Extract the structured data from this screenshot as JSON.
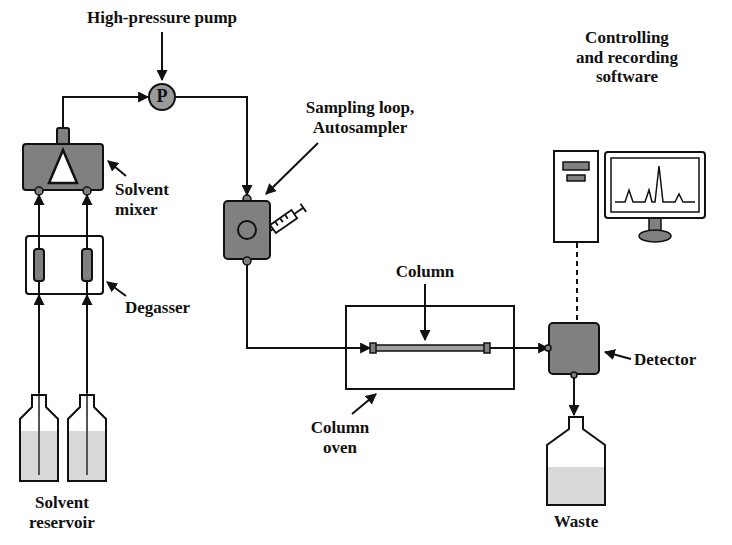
{
  "diagram": {
    "nodes": [
      {
        "text": [
          "Solvent reservoir"
        ]
      },
      {
        "text": [
          "Degasser"
        ]
      },
      {
        "text": [
          "Solvent mixer"
        ]
      },
      {
        "text": [
          "High-pressure pump",
          "P"
        ]
      },
      {
        "text": [
          "Sampling loop, Autosampler"
        ]
      },
      {
        "text": [
          "Column oven"
        ]
      },
      {
        "text": [
          "Column"
        ],
        "in": 5
      },
      {
        "text": [
          "Detector"
        ]
      },
      {
        "text": [
          "Waste"
        ]
      },
      {
        "text": [
          "Controlling and recording software"
        ]
      }
    ],
    "edges": [
      {
        "from": 0,
        "to": 1,
        "arrow": "to"
      },
      {
        "from": 1,
        "to": 2,
        "arrow": "to"
      },
      {
        "from": 2,
        "to": 3,
        "arrow": "to"
      },
      {
        "from": 3,
        "to": 4,
        "arrow": "to"
      },
      {
        "from": 4,
        "to": 6,
        "arrow": "to"
      },
      {
        "from": 6,
        "to": 7,
        "arrow": "to"
      },
      {
        "from": 7,
        "to": 8,
        "arrow": "to"
      },
      {
        "from": 9,
        "to": 7,
        "arrow": "none"
      }
    ]
  }
}
